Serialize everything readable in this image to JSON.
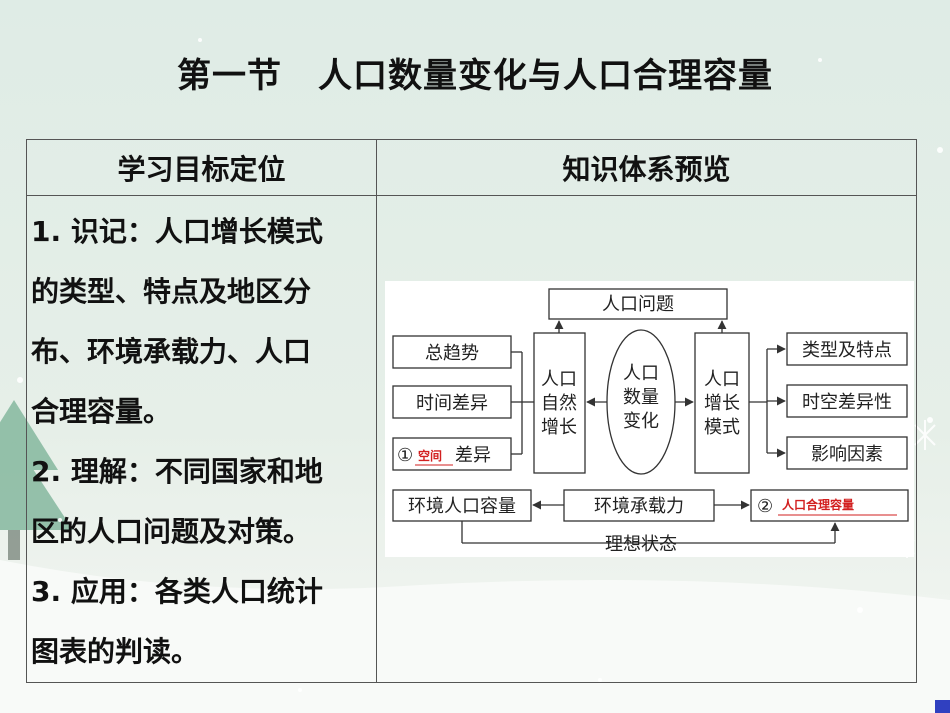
{
  "title": {
    "part1": "第一节",
    "part2": "人口数量变化与人口合理容量"
  },
  "table": {
    "col1_header": "学习目标定位",
    "col2_header": "知识体系预览",
    "goals": [
      "1. 识记：人口增长模式",
      "的类型、特点及地区分",
      "布、环境承载力、人口",
      "合理容量。",
      "2. 理解：不同国家和地",
      "区的人口问题及对策。",
      "3. 应用：各类人口统计",
      "图表的判读。"
    ]
  },
  "diagram": {
    "top": "人口问题",
    "left_items": [
      "总趋势",
      "时间差异"
    ],
    "left_item3_num": "①",
    "left_item3_answer": "空间",
    "left_item3_suffix": "差异",
    "natural_growth": [
      "人口",
      "自然",
      "增长"
    ],
    "center": [
      "人口",
      "数量",
      "变化"
    ],
    "growth_mode": [
      "人口",
      "增长",
      "模式"
    ],
    "right_items": [
      "类型及特点",
      "时空差异性",
      "影响因素"
    ],
    "bottom_left": "环境人口容量",
    "bottom_mid": "环境承载力",
    "bottom_right_num": "②",
    "bottom_right_answer": "人口合理容量",
    "bottom_label": "理想状态"
  }
}
